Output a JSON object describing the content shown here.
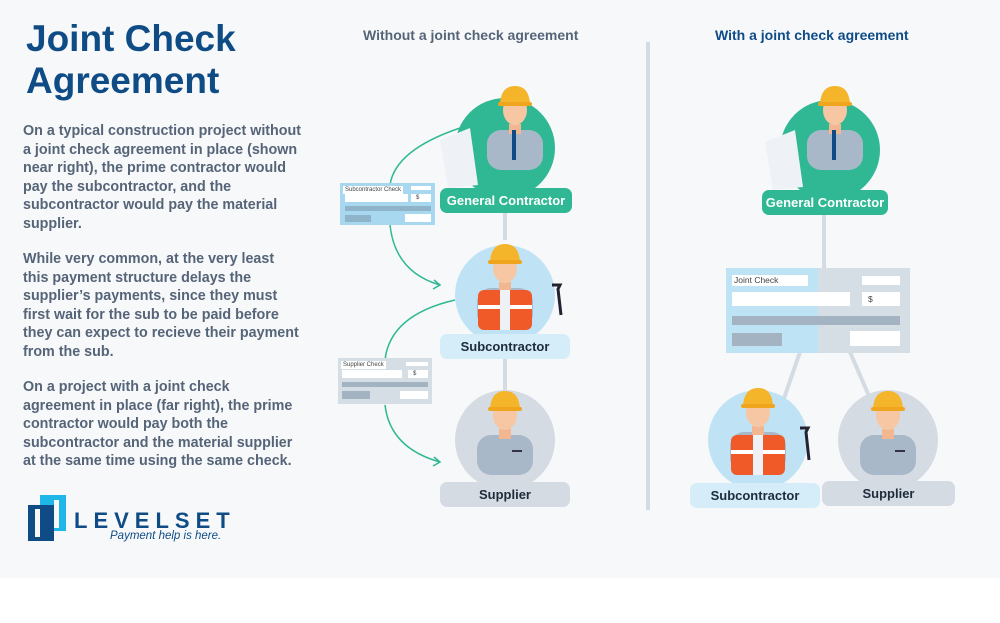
{
  "title": "Joint Check Agreement",
  "paragraphs": [
    "On a typical construction project without a joint check agreement in place (shown near right), the prime contractor would pay the subcontractor, and the subcontractor would pay the material supplier.",
    "While very common, at the very least this payment structure delays the supplier’s payments, since they must first wait for the sub to be paid before they can expect to recieve their payment from the sub.",
    "On a project with a joint check agreement in place (far right), the prime contractor would pay both the subcontractor and the material supplier at the same time using the same check."
  ],
  "logo": {
    "name": "LEVELSET",
    "tagline": "Payment help is here."
  },
  "left_diagram": {
    "heading": "Without a joint check agreement",
    "gc": "General Contractor",
    "sub": "Subcontractor",
    "supplier": "Supplier",
    "sub_check": "Subcontractor Check",
    "supplier_check": "Supplier Check",
    "dollar": "$"
  },
  "right_diagram": {
    "heading": "With a joint check agreement",
    "gc": "General Contractor",
    "sub": "Subcontractor",
    "supplier": "Supplier",
    "joint_check": "Joint Check",
    "dollar": "$"
  },
  "colors": {
    "brand": "#0f4c86",
    "teal": "#2fb893",
    "light_blue": "#d4edf9",
    "gray": "#d5dbe3"
  }
}
